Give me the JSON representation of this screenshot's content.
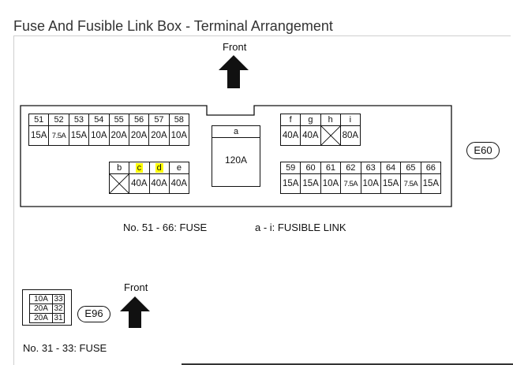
{
  "title": "Fuse And Fusible Link Box - Terminal Arrangement",
  "front_label": "Front",
  "left_block": {
    "upper": {
      "numbers": [
        "51",
        "52",
        "53",
        "54",
        "55",
        "56",
        "57",
        "58"
      ],
      "ratings": [
        "15A",
        "7.5A",
        "15A",
        "10A",
        "20A",
        "20A",
        "20A",
        "10A"
      ]
    },
    "lower": {
      "letters": [
        "b",
        "c",
        "d",
        "e"
      ],
      "ratings": [
        "",
        "40A",
        "40A",
        "40A"
      ],
      "highlight_color": "#ffff00"
    }
  },
  "center_link": {
    "letter": "a",
    "rating": "120A"
  },
  "right_block": {
    "upper": {
      "letters": [
        "f",
        "g",
        "h",
        "i"
      ],
      "ratings": [
        "40A",
        "40A",
        "",
        "80A"
      ]
    },
    "lower": {
      "numbers": [
        "59",
        "60",
        "61",
        "62",
        "63",
        "64",
        "65",
        "66"
      ],
      "ratings": [
        "15A",
        "15A",
        "10A",
        "7.5A",
        "10A",
        "15A",
        "7.5A",
        "15A"
      ]
    }
  },
  "connector_main": "E60",
  "caption_fuse": "No.  51  -  66:  FUSE",
  "caption_link": "a  -  i:  FUSIBLE  LINK",
  "small_block": {
    "rows": [
      {
        "rating": "10A",
        "number": "33"
      },
      {
        "rating": "20A",
        "number": "32"
      },
      {
        "rating": "20A",
        "number": "31"
      }
    ]
  },
  "connector_small": "E96",
  "caption_small": "No.  31  -  33:  FUSE"
}
